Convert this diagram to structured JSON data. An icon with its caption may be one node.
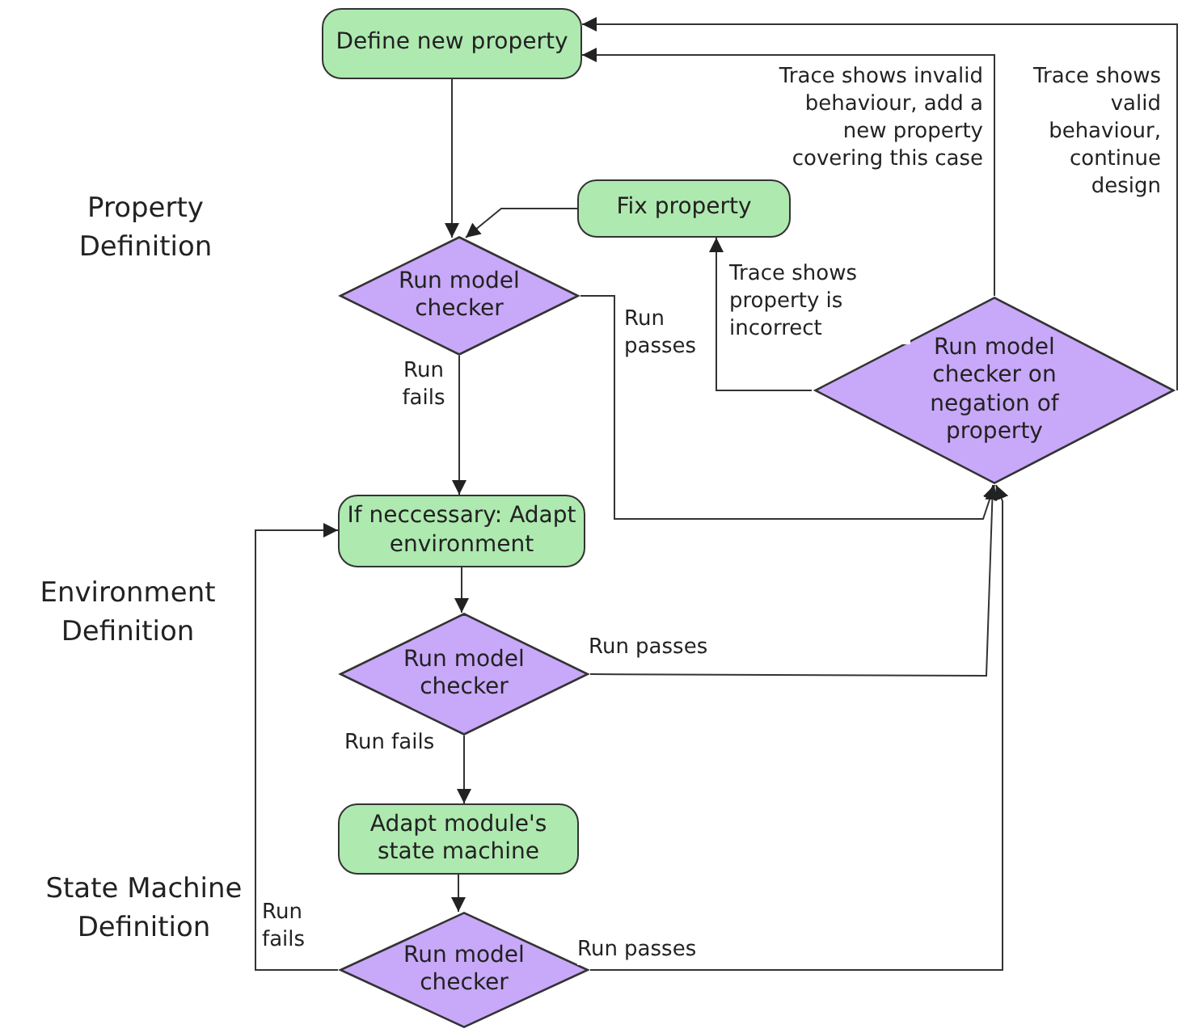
{
  "diagram": {
    "nodes": [
      {
        "text": [
          "Define new property"
        ]
      },
      {
        "text": [
          "Fix property"
        ]
      },
      {
        "text": [
          "Run model checker"
        ]
      },
      {
        "text": [
          "Run model checker on negation of property"
        ]
      },
      {
        "text": [
          "If neccessary: Adapt environment"
        ]
      },
      {
        "text": [
          "Run model checker"
        ]
      },
      {
        "text": [
          "Adapt module's state machine"
        ]
      },
      {
        "text": [
          "Run model checker"
        ]
      }
    ],
    "edges": [
      {
        "from": 0,
        "to": 2,
        "arrow": "to"
      },
      {
        "from": 1,
        "to": 2,
        "arrow": "to"
      },
      {
        "from": 2,
        "to": 4,
        "arrow": "to",
        "label": "Run fails"
      },
      {
        "from": 2,
        "to": 3,
        "arrow": "to",
        "label": "Run passes"
      },
      {
        "from": 3,
        "to": 1,
        "arrow": "to",
        "label": "Trace shows property is incorrect"
      },
      {
        "from": 3,
        "to": 0,
        "arrow": "to",
        "label": "Trace shows invalid behaviour, add a new property covering this case"
      },
      {
        "from": 3,
        "to": 0,
        "arrow": "to",
        "label": "Trace shows valid behaviour, continue design"
      },
      {
        "from": 4,
        "to": 5,
        "arrow": "to"
      },
      {
        "from": 5,
        "to": 3,
        "arrow": "to",
        "label": "Run passes"
      },
      {
        "from": 5,
        "to": 6,
        "arrow": "to",
        "label": "Run fails"
      },
      {
        "from": 6,
        "to": 7,
        "arrow": "to"
      },
      {
        "from": 7,
        "to": 3,
        "arrow": "to",
        "label": "Run passes"
      },
      {
        "from": 7,
        "to": 4,
        "arrow": "to",
        "label": "Run fails"
      }
    ],
    "labels": [
      "Property Definition",
      "Environment Definition",
      "State Machine Definition"
    ]
  }
}
